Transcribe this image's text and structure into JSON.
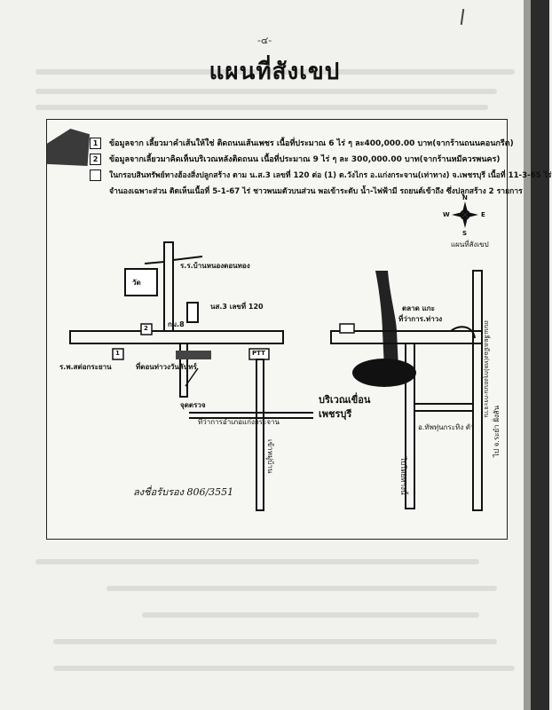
{
  "page": {
    "number": "-๔-",
    "title": "แผนที่สังเขป"
  },
  "legend": [
    {
      "box": "1",
      "text": "ข้อมูลจาก เลี้ยวมาคำเส้นให้ใช่ ติดถนนเส้นเพชร เนื้อที่ประมาณ 6 ไร่ ๆ ละ400,000.00 บาท(จากร้านถนนคอนกรีต)"
    },
    {
      "box": "2",
      "text": "ข้อมูลจากเลี้ยวมาคิดเห็นบริเวณหลังติดถนน เนื้อที่ประมาณ 9 ไร่ ๆ ละ 300,000.00 บาท(จากร้านหมีควรพนคร)"
    },
    {
      "box": "",
      "text": "ในกรอบสินทรัพย์ทางฮ้องสิ่งปลูกสร้าง ตาม น.ส.3 เลขที่ 120 ต่อ (1) ต.วังไกร อ.แก่งกระจาน(เท่าทาง) จ.เพชรบุรี  เนื้อที่ 11-3-65 ไร่"
    },
    {
      "box": "",
      "text": "จำนองเฉพาะส่วน ติดเห็นเนื้อที่ 5-1-67 ไร่ ชาวพนมตัวบนส่วน พอเข้าระดับ  น้ำ-ไฟฟ้ามี  รถยนต์เข้าถึง ซึ่งปลูกสร้าง 2 รายการ"
    }
  ],
  "compass": {
    "n": "N",
    "s": "S",
    "w": "W",
    "e": "E",
    "caption": "แผนที่สังเขป"
  },
  "map": {
    "school": "ร.ร.บ้านหนองดอนทอง",
    "temple": "วัด",
    "plot_label": "นส.3 เลขที่ 120",
    "km_marker": "กม.8",
    "box1": "1",
    "box2": "2",
    "left_village": "ร.พ.สต่อกระยาน",
    "clinic": "ที่ดอนท่าวงวันลันทร์",
    "ptt": "PTT",
    "guard_post": "จุดตรวจ",
    "district_office": "ที่ว่าการอำเภอแก่งกระจาน",
    "dam": "บริเวณเขื่อน",
    "dam2": "เพชรบุรี",
    "market": "ตลาด แกะ",
    "amphoe": "ที่ว่าการ.ท่าวง",
    "to_road": "ไป จ.ระยำ ฝั่งสัน",
    "vertical_road1": "เข้าหมู่บ้าน",
    "vertical_road2": "ไปโดยทางนี้",
    "right_road": "ถนนเลี่ยงเมือง(ทล)กรุงถนน-กระจาน",
    "bottom_road": "อ.ทัพทุ่นกระทิง ตัว"
  },
  "handwritten": "ลงชื่อรับรอง 806/3551"
}
